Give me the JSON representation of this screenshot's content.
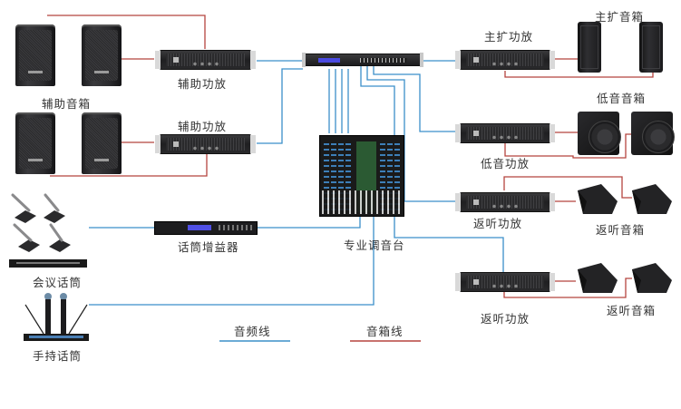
{
  "diagram": {
    "title": "",
    "colors": {
      "audio_line": "#3b8fc9",
      "speaker_line": "#b5443f",
      "label_text": "#333333",
      "background": "#ffffff"
    },
    "nodes": {
      "aux_speakers": {
        "label": "辅助音箱",
        "icon": "speaker-cabinet-icon",
        "count": 4
      },
      "aux_amp_1": {
        "label": "辅助功放",
        "icon": "power-amplifier-icon"
      },
      "aux_amp_2": {
        "label": "辅助功放",
        "icon": "power-amplifier-icon"
      },
      "processor": {
        "label": "",
        "icon": "audio-processor-icon"
      },
      "mixer": {
        "label": "专业调音台",
        "icon": "mixing-console-icon"
      },
      "mic_gain": {
        "label": "话筒增益器",
        "icon": "mic-preamp-icon"
      },
      "conf_mic": {
        "label": "会议话筒",
        "icon": "conference-microphone-icon"
      },
      "hand_mic": {
        "label": "手持话筒",
        "icon": "handheld-microphone-icon"
      },
      "main_amp": {
        "label": "主扩功放",
        "icon": "power-amplifier-icon"
      },
      "main_speakers": {
        "label": "主扩音箱",
        "icon": "main-speaker-icon",
        "count": 2
      },
      "sub_amp": {
        "label": "低音功放",
        "icon": "power-amplifier-icon"
      },
      "sub_speakers": {
        "label": "低音音箱",
        "icon": "subwoofer-icon",
        "count": 2
      },
      "mon_amp_1": {
        "label": "返听功放",
        "icon": "power-amplifier-icon"
      },
      "mon_speakers_1": {
        "label": "返听音箱",
        "icon": "monitor-wedge-icon",
        "count": 2
      },
      "mon_amp_2": {
        "label": "返听功放",
        "icon": "power-amplifier-icon"
      },
      "mon_speakers_2": {
        "label": "返听音箱",
        "icon": "monitor-wedge-icon",
        "count": 2
      }
    },
    "connections": [
      {
        "from": "conf_mic",
        "to": "mic_gain",
        "type": "audio"
      },
      {
        "from": "mic_gain",
        "to": "mixer",
        "type": "audio"
      },
      {
        "from": "hand_mic",
        "to": "mixer",
        "type": "audio"
      },
      {
        "from": "mixer",
        "to": "processor",
        "type": "audio",
        "count": 4
      },
      {
        "from": "processor",
        "to": "aux_amp_1",
        "type": "audio"
      },
      {
        "from": "processor",
        "to": "aux_amp_2",
        "type": "audio"
      },
      {
        "from": "processor",
        "to": "main_amp",
        "type": "audio"
      },
      {
        "from": "processor",
        "to": "sub_amp",
        "type": "audio"
      },
      {
        "from": "processor",
        "to": "mon_amp_1",
        "type": "audio"
      },
      {
        "from": "mixer",
        "to": "mon_amp_2",
        "type": "audio"
      },
      {
        "from": "aux_amp_1",
        "to": "aux_speakers",
        "type": "speaker"
      },
      {
        "from": "aux_amp_2",
        "to": "aux_speakers",
        "type": "speaker"
      },
      {
        "from": "main_amp",
        "to": "main_speakers",
        "type": "speaker"
      },
      {
        "from": "sub_amp",
        "to": "sub_speakers",
        "type": "speaker"
      },
      {
        "from": "mon_amp_1",
        "to": "mon_speakers_1",
        "type": "speaker"
      },
      {
        "from": "mon_amp_2",
        "to": "mon_speakers_2",
        "type": "speaker"
      }
    ],
    "legend": [
      {
        "label": "音频线",
        "type": "audio"
      },
      {
        "label": "音箱线",
        "type": "speaker"
      }
    ]
  }
}
